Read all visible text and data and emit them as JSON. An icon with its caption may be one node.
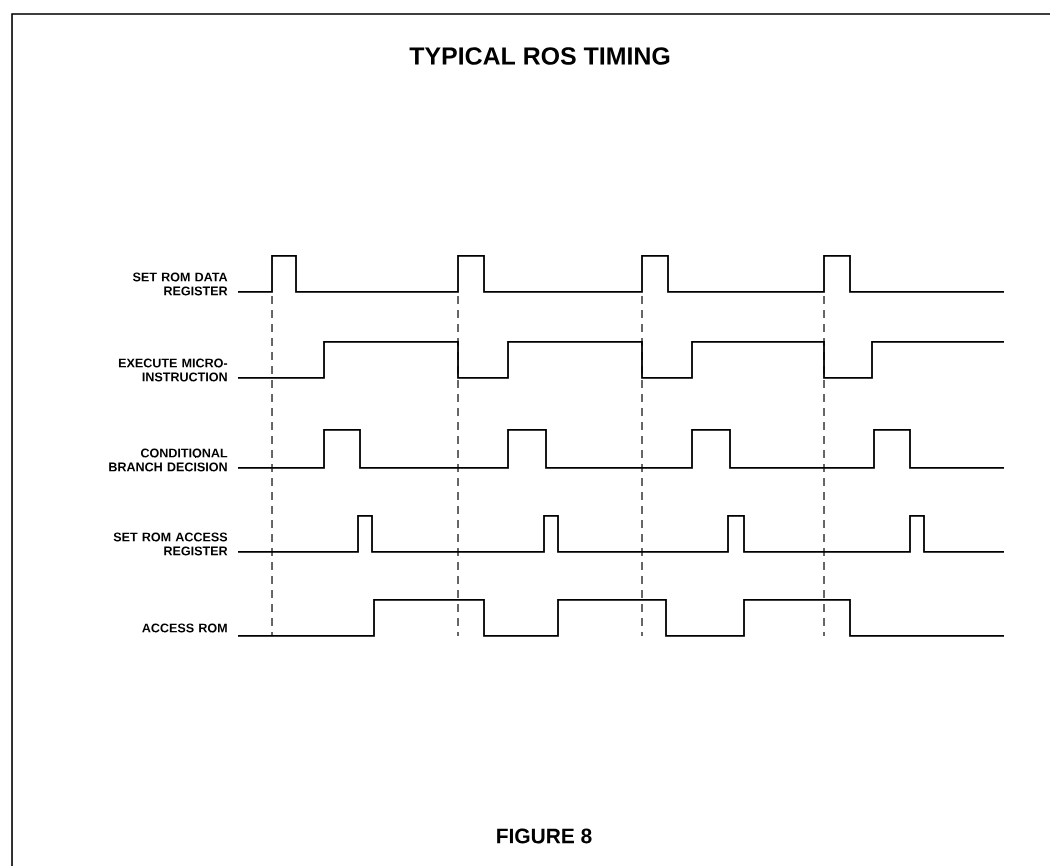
{
  "diagram": {
    "title": "TYPICAL ROS TIMING",
    "caption": "FIGURE 8",
    "labels": [
      "SET ROM DATA REGISTER",
      "EXECUTE MICRO-INSTRUCTION",
      "CONDITIONAL BRANCH DECISION",
      "SET ROM ACCESS REGISTER",
      "ACCESS ROM"
    ]
  }
}
